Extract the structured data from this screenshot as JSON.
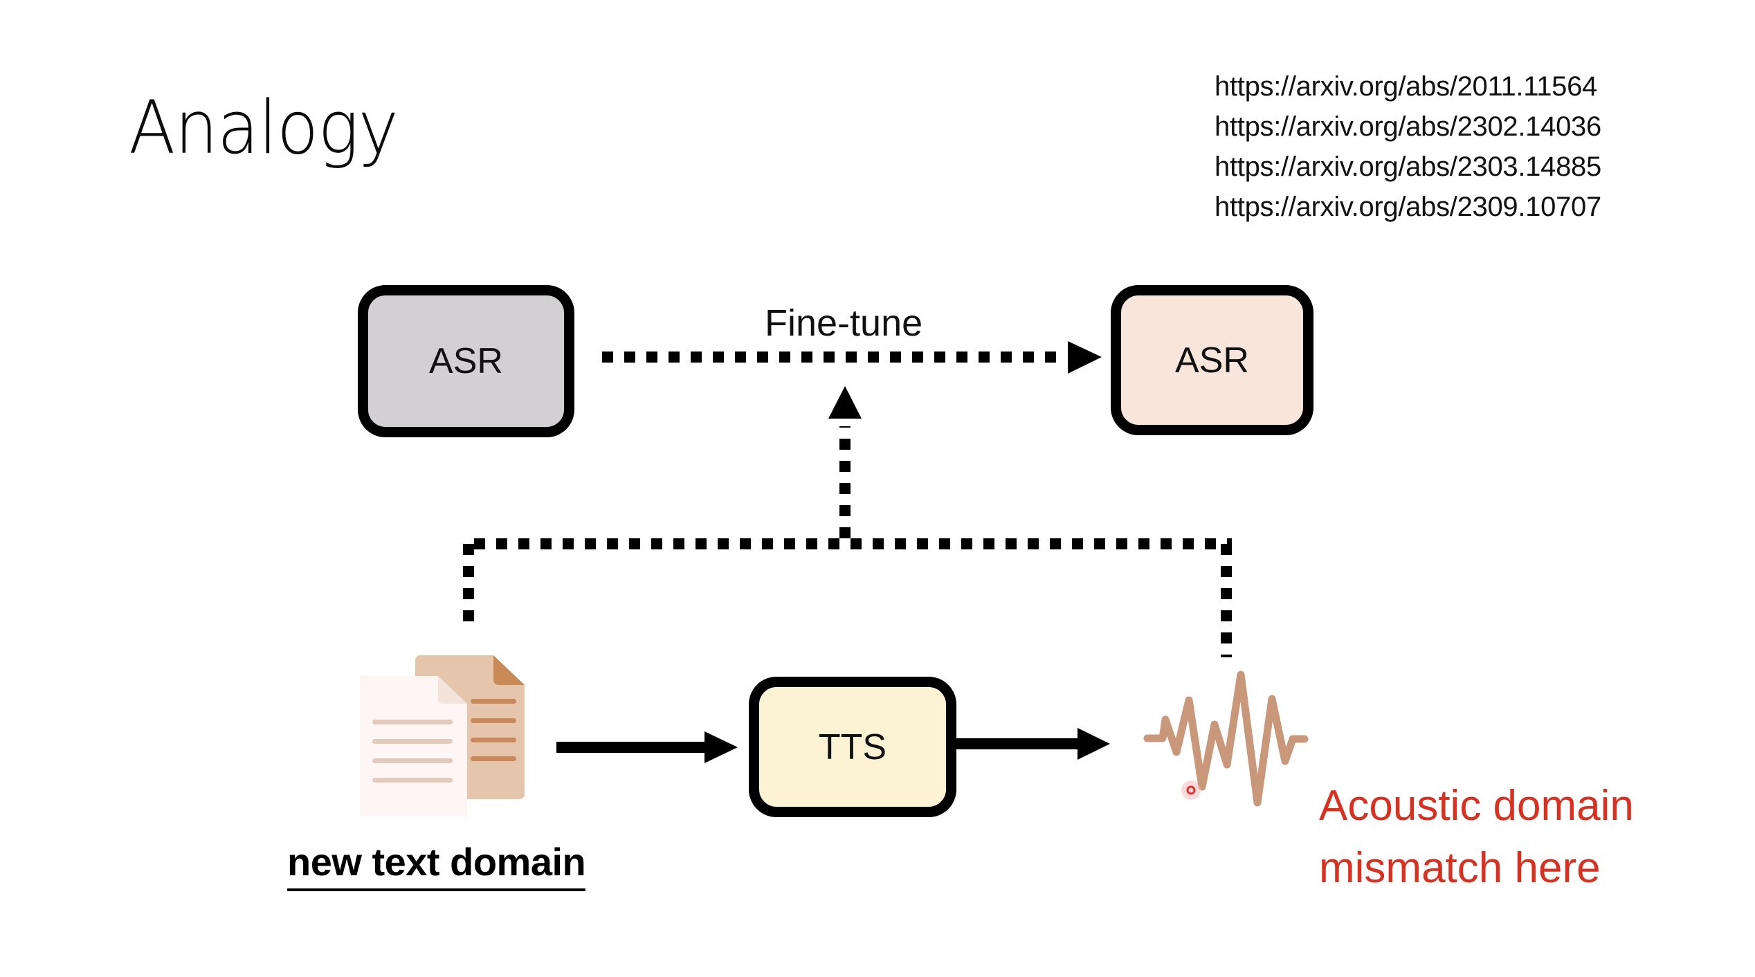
{
  "slide": {
    "title": "Analogy",
    "references": [
      "https://arxiv.org/abs/2011.11564",
      "https://arxiv.org/abs/2302.14036",
      "https://arxiv.org/abs/2303.14885",
      "https://arxiv.org/abs/2309.10707"
    ]
  },
  "diagram": {
    "source_model": {
      "label": "ASR",
      "fill": "#d3d0d4"
    },
    "target_model": {
      "label": "ASR",
      "fill": "#f8e6dc"
    },
    "tts_model": {
      "label": "TTS",
      "fill": "#fcf2d4"
    },
    "edge_label": "Fine-tune",
    "text_source_label": "new text domain",
    "mismatch_note": {
      "line1": "Acoustic domain",
      "line2": "mismatch here",
      "color": "#d9301f"
    },
    "icons": {
      "documents": "documents-icon",
      "waveform": "audio-waveform-icon",
      "cursor": "pointer-cursor-icon"
    },
    "colors": {
      "doc_back": "#e5c6ad",
      "doc_fold": "#c98a57",
      "doc_lines": "#c9895a",
      "doc_front": "#fdf6f4",
      "waveform": "#c9977a",
      "cursor": "#e03030"
    }
  }
}
